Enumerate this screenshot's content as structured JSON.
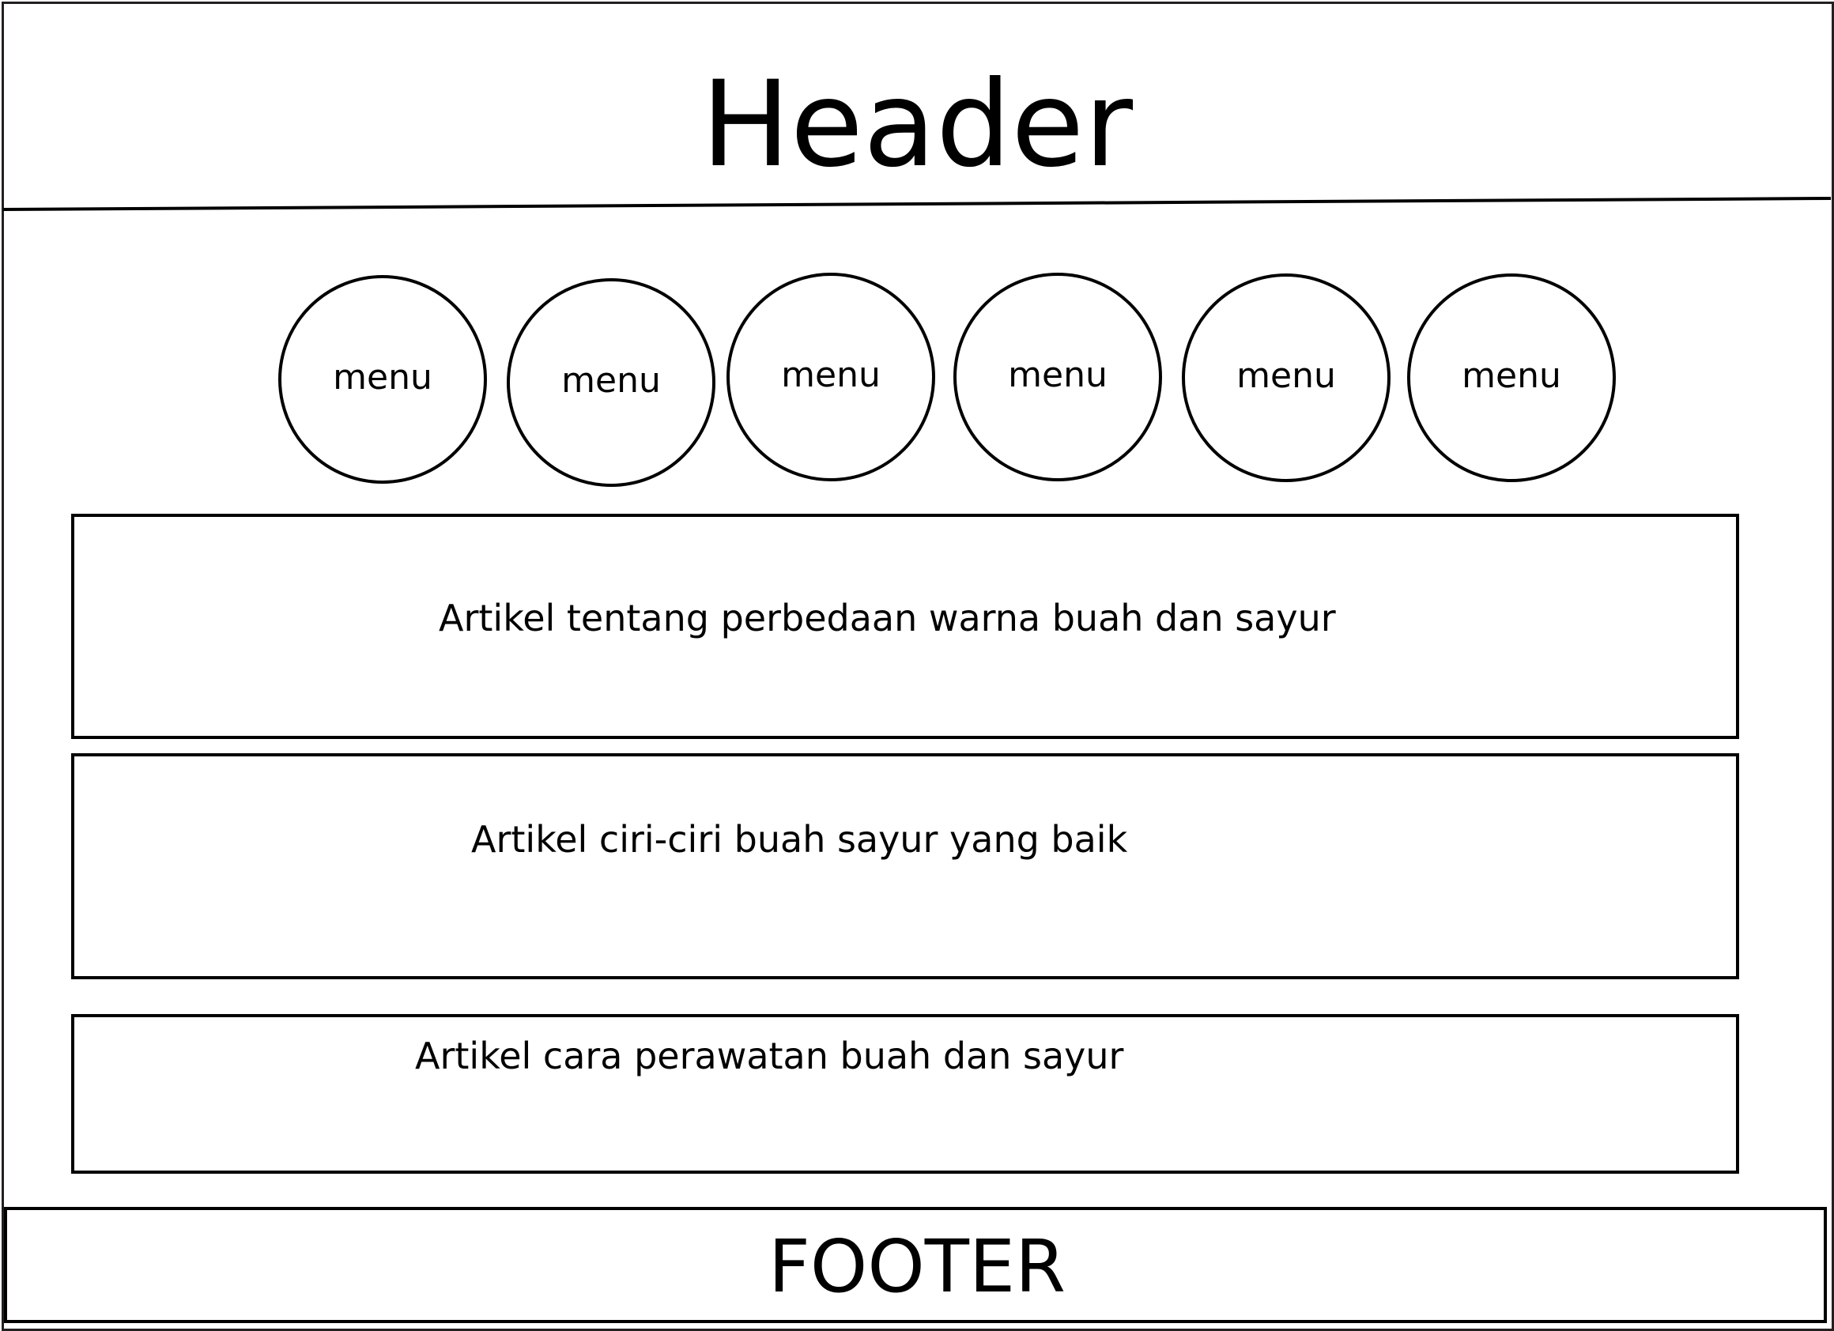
{
  "header": {
    "title": "Header"
  },
  "menu": {
    "items": [
      {
        "label": "menu"
      },
      {
        "label": "menu"
      },
      {
        "label": "menu"
      },
      {
        "label": "menu"
      },
      {
        "label": "menu"
      },
      {
        "label": "menu"
      }
    ]
  },
  "articles": [
    {
      "title": "Artikel tentang perbedaan warna buah dan sayur"
    },
    {
      "title": "Artikel ciri-ciri buah sayur yang baik"
    },
    {
      "title": "Artikel cara perawatan buah dan sayur"
    }
  ],
  "footer": {
    "title": "FOOTER"
  },
  "colors": {
    "stroke": "#000000",
    "frame": "#231f20",
    "background": "#ffffff"
  }
}
